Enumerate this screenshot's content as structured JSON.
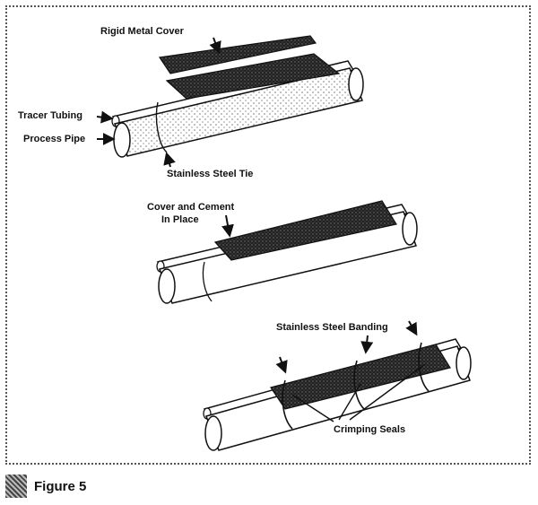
{
  "panels": {
    "top": {
      "label_cover": "Rigid Metal Cover",
      "label_tracer": "Tracer Tubing",
      "label_process": "Process Pipe",
      "label_tie": "Stainless Steel Tie"
    },
    "middle": {
      "label_line1": "Cover and Cement",
      "label_line2": "In Place"
    },
    "bottom": {
      "label_banding": "Stainless Steel Banding",
      "label_crimping": "Crimping Seals"
    }
  },
  "caption": {
    "text": "Figure 5"
  }
}
